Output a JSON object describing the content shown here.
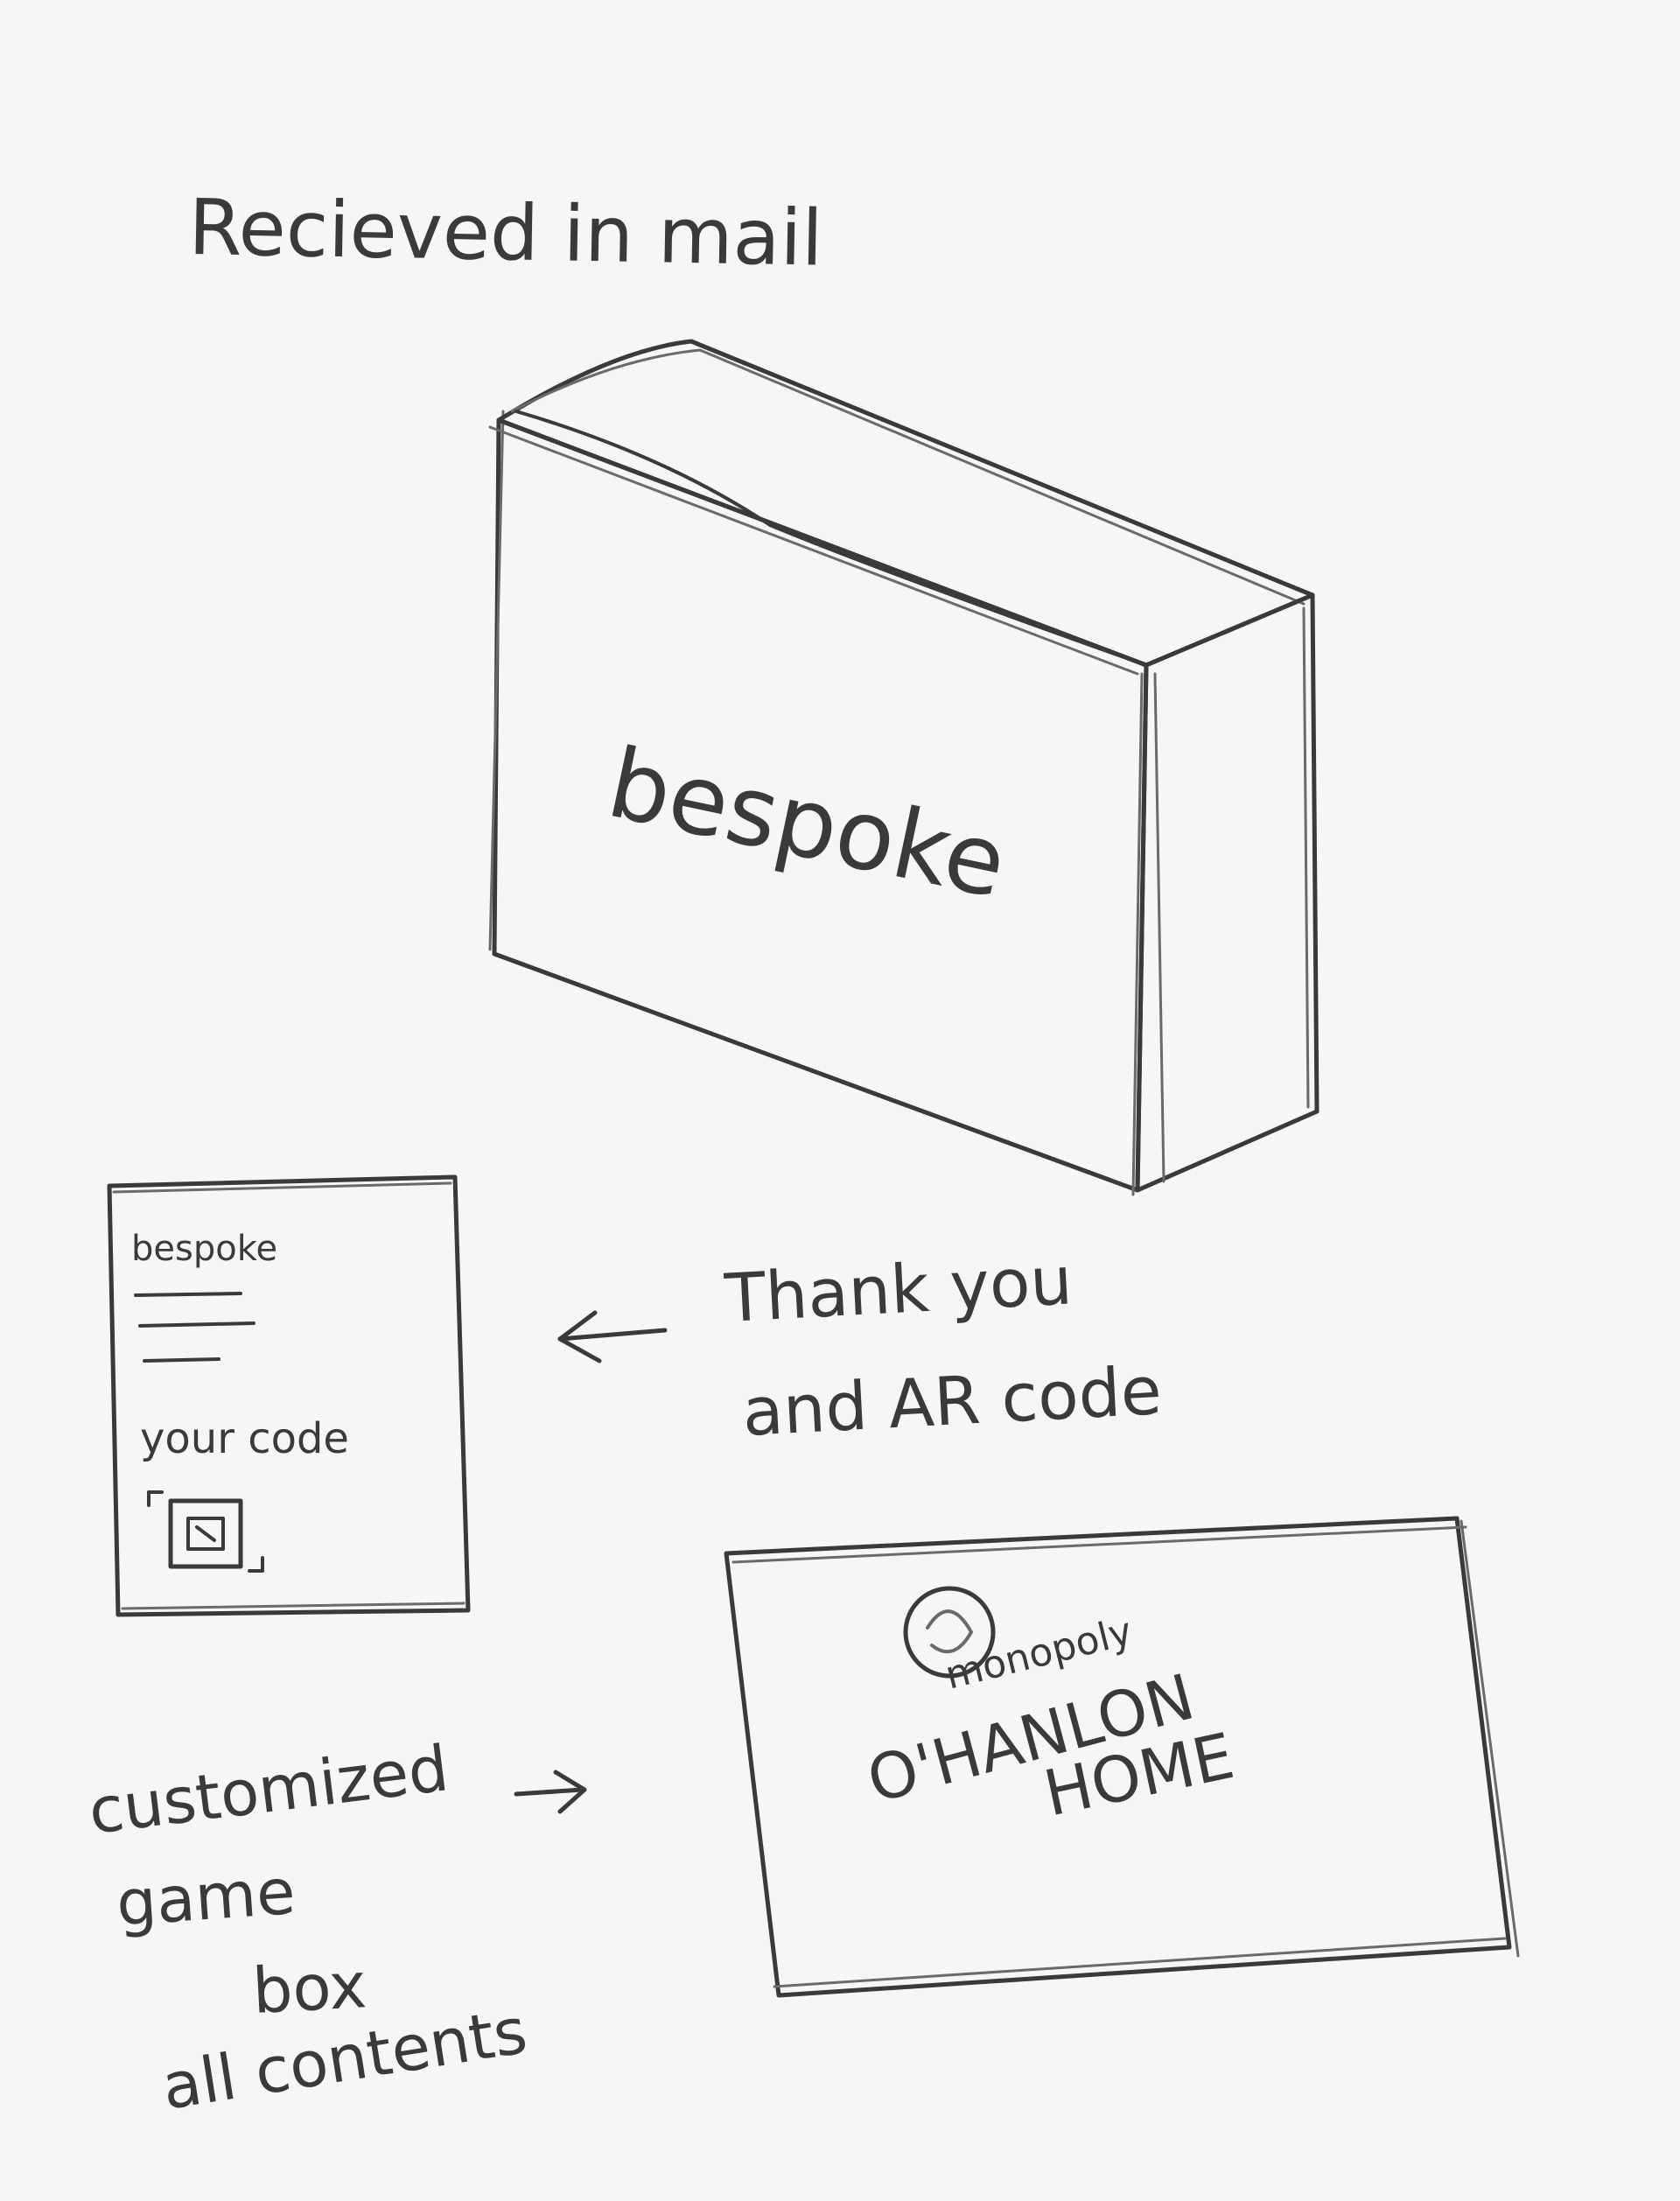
{
  "sketch": {
    "title": "Recieved in mail",
    "box_brand": "bespoke",
    "card": {
      "brand": "bespoke",
      "code_label": "your code"
    },
    "card_note_line1": "Thank you",
    "card_note_line2": "and AR code",
    "game_box": {
      "logo_text": "monopoly",
      "name_line1": "O'HANLON",
      "name_line2": "HOME"
    },
    "game_note": [
      "customized",
      "game",
      "box",
      "all contents"
    ],
    "stroke_color": "#3a3a3a",
    "paper_color": "#f6f6f4"
  }
}
